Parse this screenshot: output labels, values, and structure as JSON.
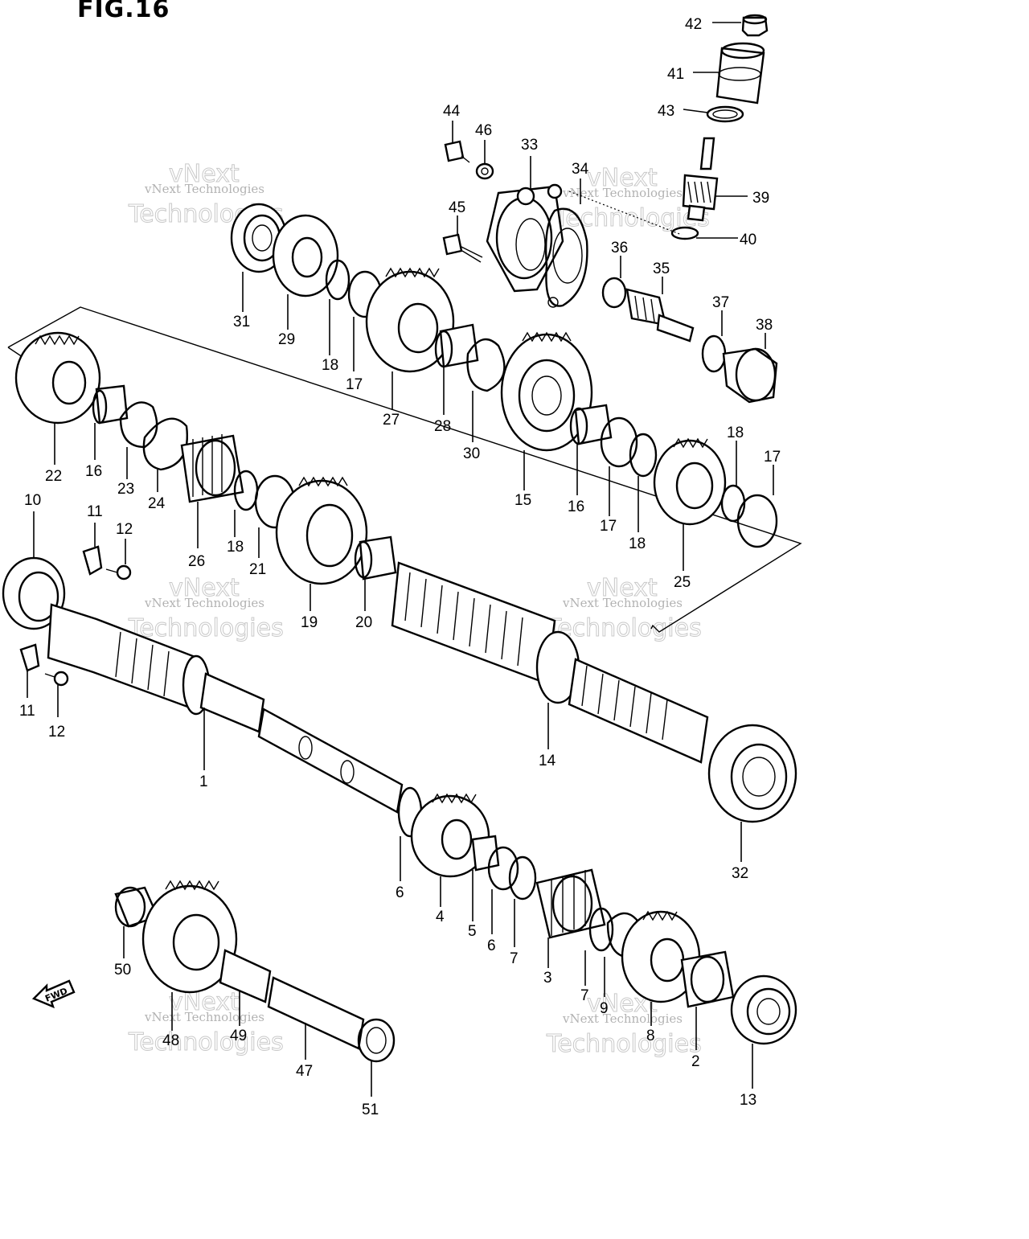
{
  "figure": {
    "title": "FIG.16"
  },
  "watermark": {
    "line1": "vNext Technologies",
    "line2": "vNext",
    "line3": "Technologies"
  },
  "fwd_label": "FWD",
  "callouts": [
    "42",
    "41",
    "43",
    "44",
    "46",
    "33",
    "34",
    "39",
    "45",
    "40",
    "36",
    "35",
    "37",
    "38",
    "31",
    "29",
    "18",
    "17",
    "27",
    "28",
    "30",
    "15",
    "16",
    "17",
    "18",
    "18",
    "17",
    "22",
    "16",
    "23",
    "24",
    "26",
    "18",
    "21",
    "19",
    "20",
    "25",
    "10",
    "11",
    "12",
    "14",
    "11",
    "12",
    "1",
    "32",
    "6",
    "4",
    "5",
    "6",
    "7",
    "3",
    "7",
    "9",
    "8",
    "2",
    "13",
    "50",
    "48",
    "49",
    "47",
    "51"
  ]
}
